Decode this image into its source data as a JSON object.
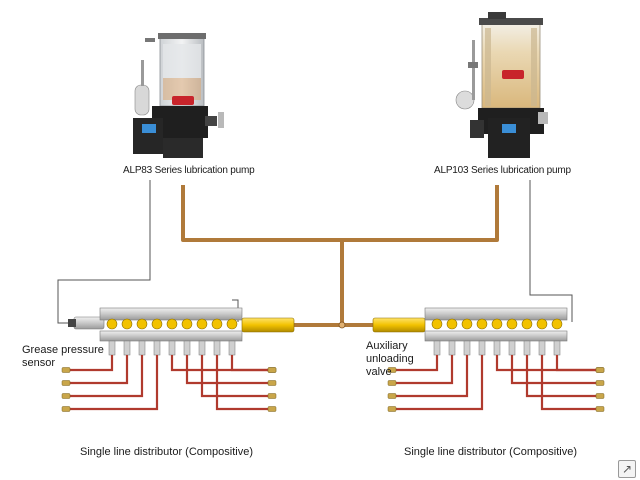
{
  "labels": {
    "pump_left": "ALP83 Series lubrication pump",
    "pump_right": "ALP103 Series lubrication pump",
    "grease_sensor_line1": "Grease  pressure",
    "grease_sensor_line2": "sensor",
    "aux_valve_line1": "Auxiliary",
    "aux_valve_line2": "unloading",
    "aux_valve_line3": "valve",
    "distributor_left": "Single line distributor (Compositive)",
    "distributor_right": "Single line distributor (Compositive)"
  },
  "colors": {
    "grease_pipe": "#b07a3a",
    "grease_pipe_dark": "#8a5a22",
    "signal_wire": "#555555",
    "valve_yellow": "#f2c200",
    "outlet_red": "#b03a2e",
    "fitting_brass": "#c9a64a",
    "reservoir_amber": "#e3c48d",
    "pump_body": "#1f1f1f",
    "display_blue": "#3a8ed6"
  },
  "icons": {
    "corner": "arrow-icon"
  }
}
